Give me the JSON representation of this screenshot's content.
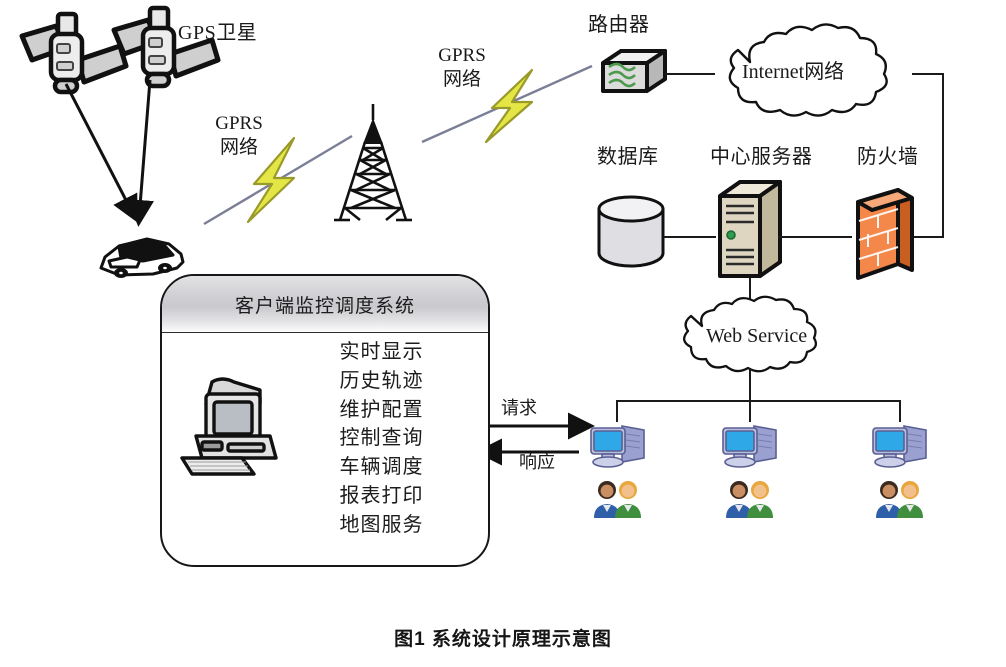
{
  "caption": "图1    系统设计原理示意图",
  "labels": {
    "gps_satellite": "GPS卫星",
    "gprs_left_line1": "GPRS",
    "gprs_left_line2": "网络",
    "gprs_right_line1": "GPRS",
    "gprs_right_line2": "网络",
    "router": "路由器",
    "internet_cloud": "Internet网络",
    "database": "数据库",
    "central_server": "中心服务器",
    "firewall": "防火墙",
    "web_service_cloud": "Web Service",
    "request_arrow": "请求",
    "response_arrow": "响应"
  },
  "client_system": {
    "title": "客户端监控调度系统",
    "functions": [
      "实时显示",
      "历史轨迹",
      "维护配置",
      "控制查询",
      "车辆调度",
      "报表打印",
      "地图服务"
    ]
  },
  "icons": {
    "satellite_left": "satellite-icon",
    "satellite_right": "satellite-icon",
    "vehicle": "car-icon",
    "cell_tower": "cell-tower-icon",
    "lightning_left": "lightning-bolt-icon",
    "lightning_right": "lightning-bolt-icon",
    "router": "router-icon",
    "internet": "cloud-icon",
    "database": "database-cylinder-icon",
    "server": "server-tower-icon",
    "firewall": "firewall-brick-icon",
    "web_service": "cloud-icon",
    "client_computer": "desktop-computer-icon",
    "terminals": [
      "pc-workstation-icon",
      "pc-workstation-icon",
      "pc-workstation-icon"
    ],
    "users": [
      "user-pair-icon",
      "user-pair-icon",
      "user-pair-icon"
    ]
  },
  "colors": {
    "stroke": "#1a1a1a",
    "lightning_fill": "#e4e646",
    "lightning_stroke": "#9a9a2a",
    "beam_line": "#7b7f96",
    "firewall_brick": "#f4874a",
    "firewall_brick_dark": "#d4651f",
    "server_body": "#ded6c1",
    "server_led": "#2f9b4f",
    "router_body": "#d8d8d8",
    "router_arrow": "#4c9a4c",
    "satellite_body": "#d2d2d2",
    "db_body": "#dcdce0",
    "monitor_screen": "#2fa8e8",
    "pc_body": "#9aa0cf",
    "user_blue": "#2f5fa8",
    "user_green": "#3f8f3f",
    "user_skin": "#f2c08a",
    "box_header_gradient_top": "#e2e2e4",
    "box_header_gradient_mid": "#c9c9ce"
  }
}
